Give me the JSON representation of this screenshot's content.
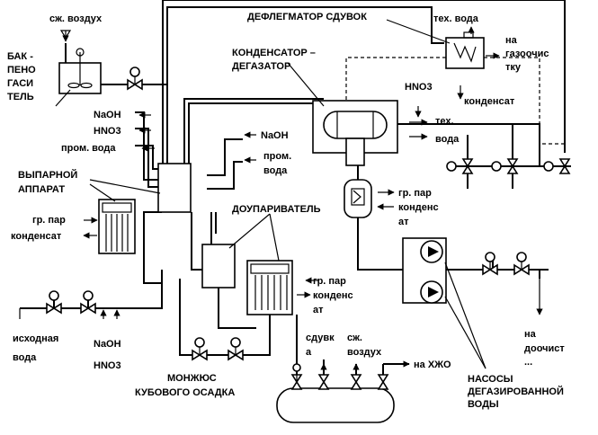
{
  "labels": {
    "air_top": "сж. воздух",
    "quench_tank": [
      "БАК -",
      "ПЕНО",
      "ГАСИ",
      "ТЕЛЬ"
    ],
    "dephlegmator": "ДЕФЛЕГМАТОР  СДУВОК",
    "tech_water_top": "тех. вода",
    "to_gas_cleaning": [
      "на",
      "газоочис",
      "тку"
    ],
    "condensate_right": "конденсат",
    "condenser_degasser": [
      "КОНДЕНСАТОР  –",
      "ДЕГАЗАТОР"
    ],
    "hno3_mid": "HNO3",
    "tech_water_mid": [
      "тех.",
      "вода"
    ],
    "naoh_left": "NaOH",
    "hno3_left": "HNO3",
    "process_water_left": "пром. вода",
    "naoh_center": "NaOH",
    "process_water_center": [
      "пром.",
      "вода"
    ],
    "evaporator": [
      "ВЫПАРНОЙ",
      "АППАРАТ"
    ],
    "steam_left": "гр. пар",
    "condensate_left": "конденсат",
    "steam_mid": "гр. пар",
    "condensate_mid": [
      "конденс",
      "ат"
    ],
    "post_evaporator": "ДОУПАРИВАТЕЛЬ",
    "steam_lower": "гр. пар",
    "condensate_lower": [
      "конденс",
      "ат"
    ],
    "source_water": [
      "исходная",
      "вода"
    ],
    "naoh_bottom": "NaOH",
    "hno3_bottom": "HNO3",
    "montejus": [
      "МОНЖЮС",
      "КУБОВОГО  ОСАДКА"
    ],
    "blowoff": [
      "сдувк",
      "а"
    ],
    "air_bottom": [
      "сж.",
      "воздух"
    ],
    "to_lrw": "на ХЖО",
    "to_post_treatment": [
      "на",
      "доочист",
      "..."
    ],
    "pumps": [
      "НАСОСЫ",
      "ДЕГАЗИРОВАННОЙ",
      "ВОДЫ"
    ]
  }
}
